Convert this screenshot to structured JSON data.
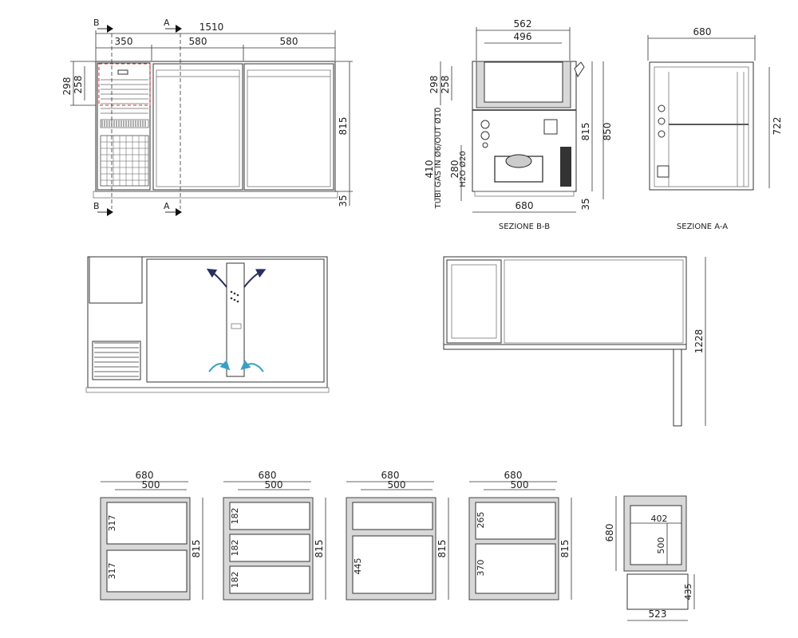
{
  "front_view": {
    "total_width": "1510",
    "section_b_label": "B",
    "section_a_label": "A",
    "width_compressor": "350",
    "width_door_1": "580",
    "width_door_2": "580",
    "height_top": "298",
    "height_top_inner": "258",
    "height_body": "815",
    "height_feet": "35"
  },
  "section_bb": {
    "caption": "SEZIONE B-B",
    "top_width_outer": "562",
    "top_width_inner": "496",
    "height_top": "298",
    "height_top_inner": "258",
    "pipe_label": "TUBI GAS IN Ø6/OUT Ø10",
    "h2o_label": "H2O Ø20",
    "dim_410": "410",
    "dim_280": "280",
    "height_body": "815",
    "height_total": "850",
    "depth": "680",
    "height_feet": "35"
  },
  "section_aa": {
    "caption": "SEZIONE A-A",
    "depth": "680",
    "height": "722"
  },
  "top_view": {
    "arrow_colors": {
      "hot": "#2a2f5e",
      "cold": "#3a9fc4"
    }
  },
  "side_open_view": {
    "height_open": "1228"
  },
  "drawer_configs": [
    {
      "width_outer": "680",
      "width_inner": "500",
      "height": "815",
      "tiers": [
        "317",
        "317"
      ]
    },
    {
      "width_outer": "680",
      "width_inner": "500",
      "height": "815",
      "tiers": [
        "182",
        "182",
        "182"
      ]
    },
    {
      "width_outer": "680",
      "width_inner": "500",
      "height": "815",
      "tiers": [
        "445"
      ]
    },
    {
      "width_outer": "680",
      "width_inner": "500",
      "height": "815",
      "tiers": [
        "265",
        "370"
      ]
    }
  ],
  "drawer_plan": {
    "depth": "680",
    "inner_width": "402",
    "inner_depth": "500",
    "open_extension": "435",
    "base_width": "523"
  }
}
